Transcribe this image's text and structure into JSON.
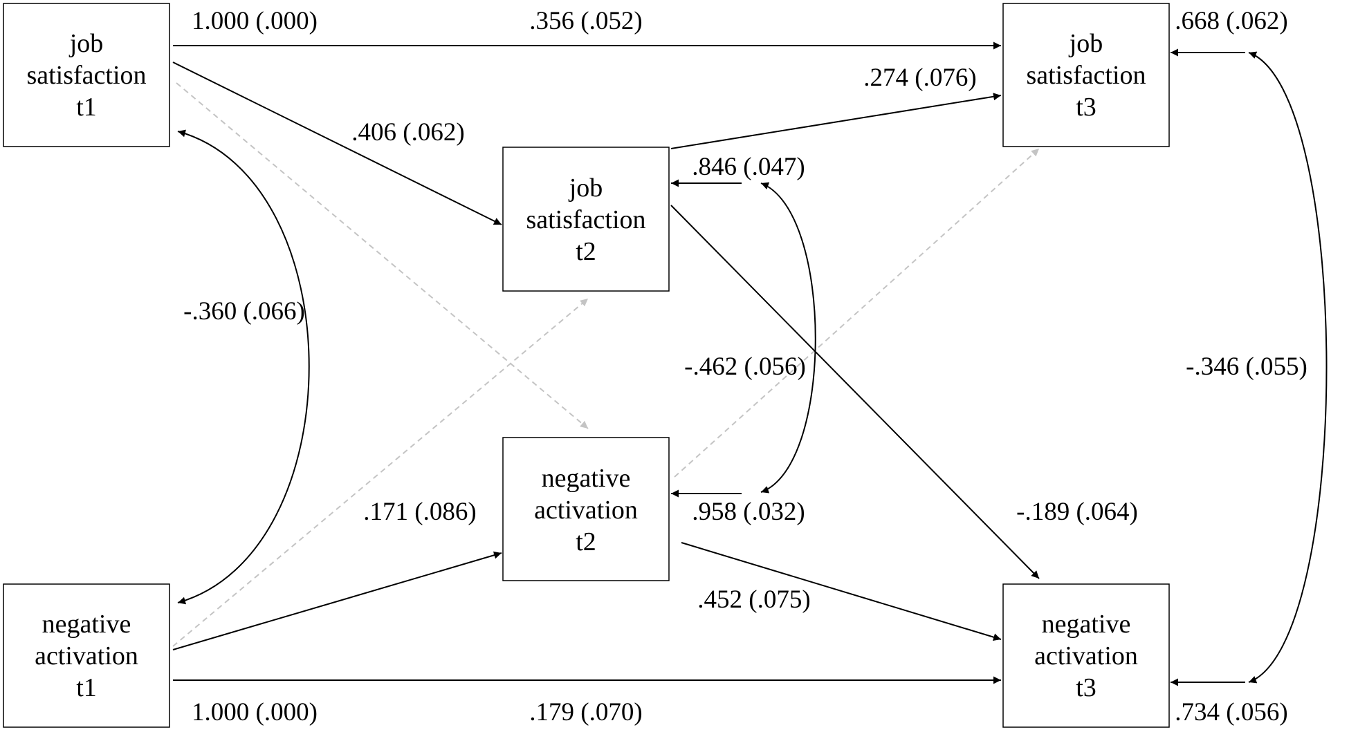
{
  "boxes": {
    "js1": {
      "lines": [
        "job",
        "satisfaction",
        "t1"
      ]
    },
    "js2": {
      "lines": [
        "job",
        "satisfaction",
        "t2"
      ]
    },
    "js3": {
      "lines": [
        "job",
        "satisfaction",
        "t3"
      ]
    },
    "na1": {
      "lines": [
        "negative",
        "activation",
        "t1"
      ]
    },
    "na2": {
      "lines": [
        "negative",
        "activation",
        "t2"
      ]
    },
    "na3": {
      "lines": [
        "negative",
        "activation",
        "t3"
      ]
    }
  },
  "coefficients": {
    "js1_loading": "1.000 (.000)",
    "na1_loading": "1.000 (.000)",
    "js1_to_js3": ".356 (.052)",
    "na1_to_na3": ".179 (.070)",
    "js1_to_js2": ".406 (.062)",
    "js2_to_js3": ".274 (.076)",
    "na1_to_na2": ".171 (.086)",
    "na2_to_na3": ".452 (.075)",
    "js2_to_na3": "-.189 (.064)",
    "js2_residual": ".846 (.047)",
    "na2_residual": ".958 (.032)",
    "js3_residual": ".668 (.062)",
    "na3_residual": ".734 (.056)",
    "cov_t1": "-.360 (.066)",
    "cov_t2": "-.462 (.056)",
    "cov_t3": "-.346 (.055)"
  },
  "colors": {
    "solid_path": "#000000",
    "nonsignificant_path": "#c4c4c4"
  }
}
